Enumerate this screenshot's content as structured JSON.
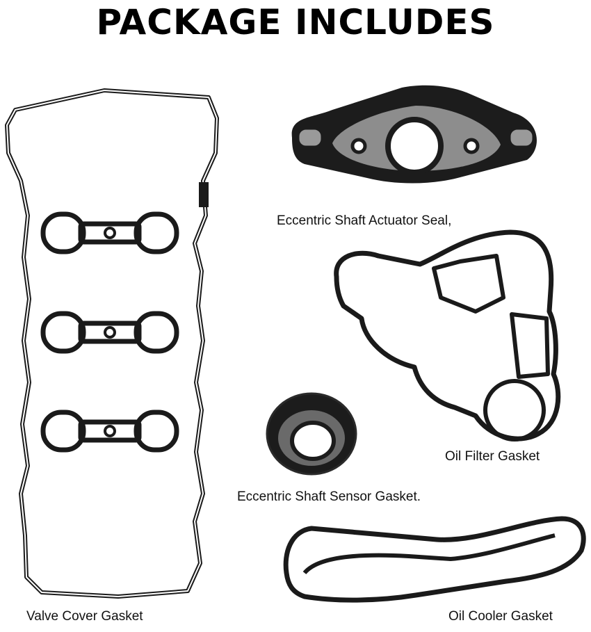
{
  "header": {
    "title": "PACKAGE INCLUDES"
  },
  "parts": {
    "actuator_seal": "Eccentric Shaft Actuator Seal,",
    "oil_filter": "Oil Filter Gasket",
    "sensor_gasket": "Eccentric Shaft Sensor Gasket.",
    "valve_cover": "Valve Cover Gasket",
    "oil_cooler": "Oil Cooler Gasket"
  },
  "colors": {
    "gasket": "#1a1a1a",
    "gasket_inner": "#8a8a8a",
    "background": "#ffffff"
  }
}
